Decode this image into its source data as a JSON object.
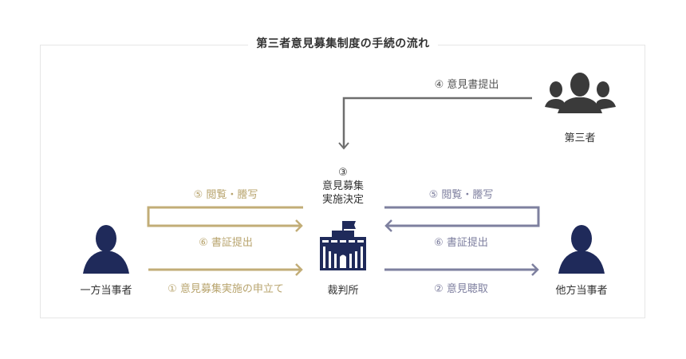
{
  "title": "第三者意見募集制度の手続の流れ",
  "colors": {
    "navy": "#1f2a5a",
    "dark_gray": "#3a3a3a",
    "gold": "#c2ad77",
    "slate": "#7e809f",
    "gray_arrow": "#6e6e6e",
    "border": "#e6e6e6"
  },
  "actors": {
    "party_a": {
      "label": "一方当事者",
      "icon": "person-icon"
    },
    "party_b": {
      "label": "他方当事者",
      "icon": "person-icon"
    },
    "third_party": {
      "label": "第三者",
      "icon": "group-icon"
    },
    "court": {
      "label": "裁判所",
      "icon": "courthouse-icon"
    }
  },
  "court_decision": {
    "step": "③",
    "line1": "意見募集",
    "line2": "実施決定"
  },
  "steps": {
    "step1": "① 意見募集実施の申立て",
    "step2": "② 意見聴取",
    "step4": "④ 意見書提出",
    "step5_left": "⑤ 閲覧・謄写",
    "step6_left": "⑥ 書証提出",
    "step5_right": "⑤ 閲覧・謄写",
    "step6_right": "⑥ 書証提出"
  }
}
